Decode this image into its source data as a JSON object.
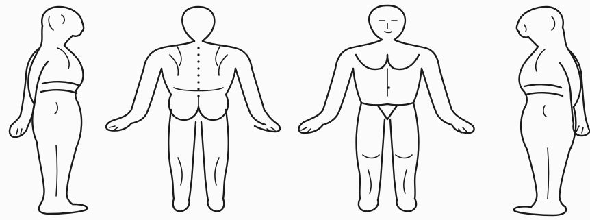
{
  "diagram": {
    "figures": [
      {
        "view": "left-side"
      },
      {
        "view": "back"
      },
      {
        "view": "front"
      },
      {
        "view": "right-side"
      }
    ],
    "colors": {
      "background": "#fbfbfb",
      "line": "#1a1a1a"
    }
  }
}
